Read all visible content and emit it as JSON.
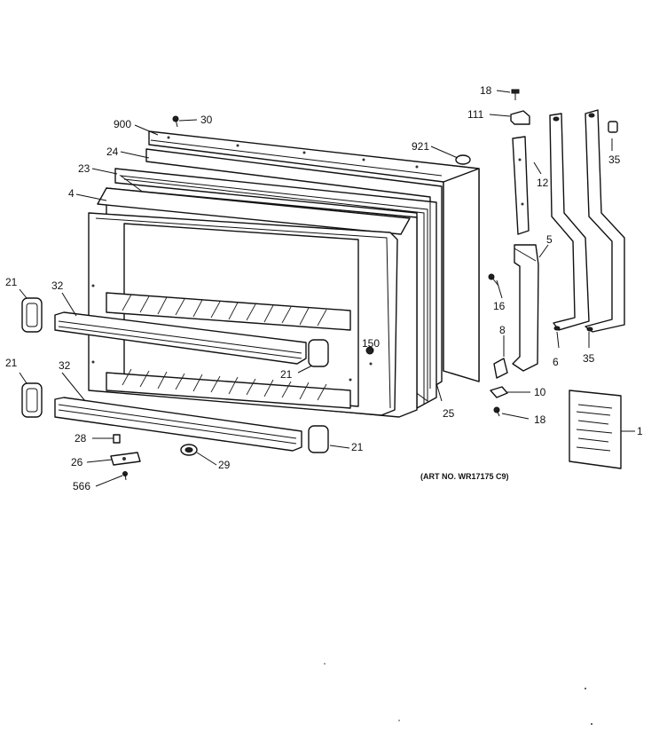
{
  "art_number": "(ART NO. WR17175 C9)",
  "callouts": [
    {
      "id": "c18a",
      "label": "18"
    },
    {
      "id": "c111",
      "label": "111"
    },
    {
      "id": "c900",
      "label": "900"
    },
    {
      "id": "c30",
      "label": "30"
    },
    {
      "id": "c921",
      "label": "921"
    },
    {
      "id": "c12",
      "label": "12"
    },
    {
      "id": "c35a",
      "label": "35"
    },
    {
      "id": "c24",
      "label": "24"
    },
    {
      "id": "c23",
      "label": "23"
    },
    {
      "id": "c4",
      "label": "4"
    },
    {
      "id": "c5",
      "label": "5"
    },
    {
      "id": "c21a",
      "label": "21"
    },
    {
      "id": "c32a",
      "label": "32"
    },
    {
      "id": "c16",
      "label": "16"
    },
    {
      "id": "c150",
      "label": "150"
    },
    {
      "id": "c8",
      "label": "8"
    },
    {
      "id": "c6",
      "label": "6"
    },
    {
      "id": "c35b",
      "label": "35"
    },
    {
      "id": "c21b",
      "label": "21"
    },
    {
      "id": "c21c",
      "label": "21"
    },
    {
      "id": "c32b",
      "label": "32"
    },
    {
      "id": "c10",
      "label": "10"
    },
    {
      "id": "c25",
      "label": "25"
    },
    {
      "id": "c18b",
      "label": "18"
    },
    {
      "id": "c1",
      "label": "1"
    },
    {
      "id": "c28",
      "label": "28"
    },
    {
      "id": "c21d",
      "label": "21"
    },
    {
      "id": "c26",
      "label": "26"
    },
    {
      "id": "c29",
      "label": "29"
    },
    {
      "id": "c566",
      "label": "566"
    }
  ]
}
